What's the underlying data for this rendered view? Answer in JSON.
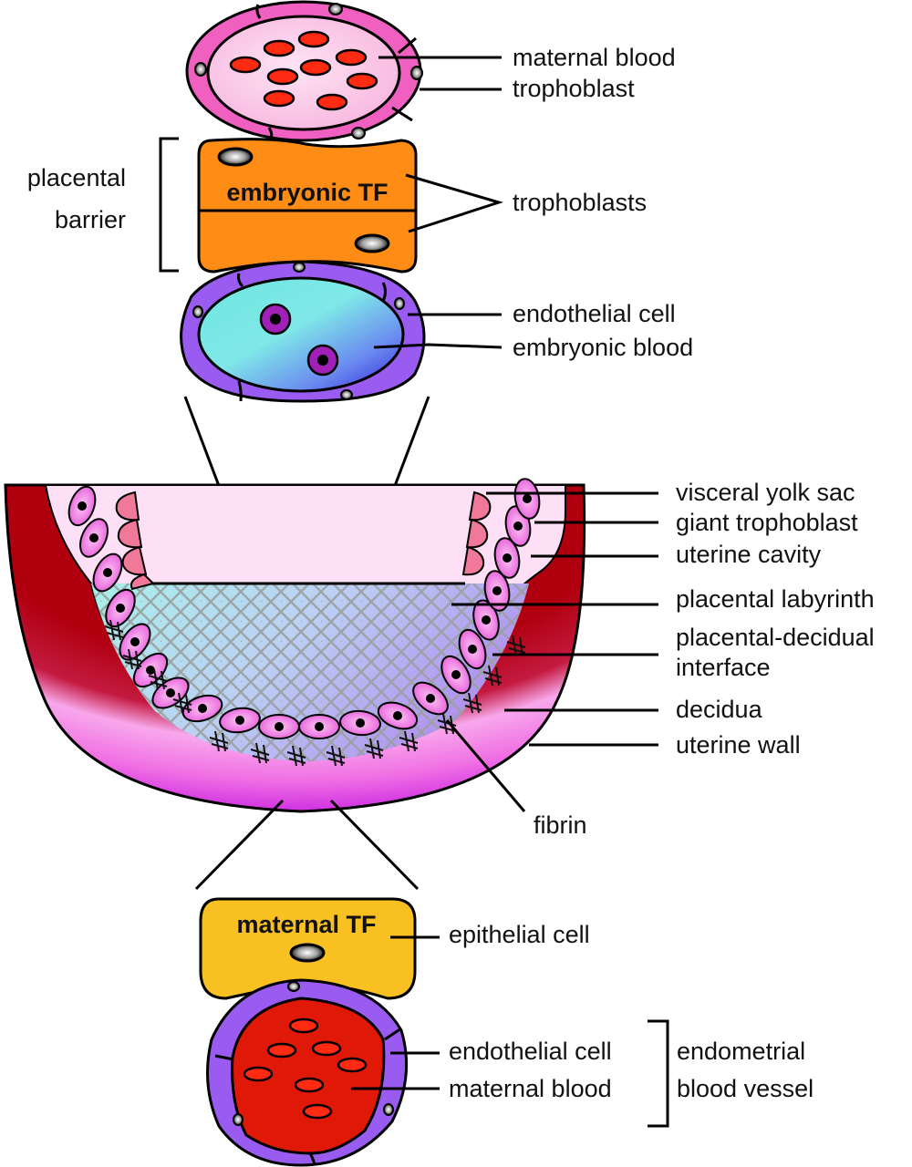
{
  "figure": {
    "title": "Placental-decidual interface schematic",
    "top_section": {
      "maternal_vessel": {
        "labels": [
          "maternal blood",
          "trophoblast"
        ]
      },
      "barrier": {
        "bracket_label_line1": "placental",
        "bracket_label_line2": "barrier",
        "layer_title": "embryonic TF",
        "labels": [
          "trophoblasts"
        ]
      },
      "embryonic_vessel": {
        "labels": [
          "endothelial cell",
          "embryonic blood"
        ]
      }
    },
    "middle_section": {
      "labels": [
        "visceral yolk sac",
        "giant trophoblast",
        "uterine cavity",
        "placental labyrinth",
        "placental-decidual",
        "interface",
        "decidua",
        "uterine wall"
      ],
      "bottom_label": "fibrin"
    },
    "bottom_section": {
      "epithelium_title": "maternal TF",
      "labels": [
        "epithelial cell",
        "endothelial cell",
        "maternal blood"
      ],
      "bracket_label_line1": "endometrial",
      "bracket_label_line2": "blood vessel"
    },
    "colors": {
      "trophoblast_pink": "#f060c0",
      "maternal_lumen": "#fcc8e8",
      "rbc_red": "#ff2a12",
      "embryonic_tf_orange": "#ff8c14",
      "endothelium_purple": "#9a5cf0",
      "embryonic_blood_teal": "#6fe6de",
      "embryonic_blood_blue": "#4030e0",
      "maternal_tf_yellow": "#f8c020",
      "maternal_blood_red": "#e01808",
      "uterine_wall_magenta": "#e040f0",
      "decidua_red": "#b00010",
      "labyrinth_teal": "#aaf0ea",
      "labyrinth_lavender": "#b8a0f4",
      "cavity_pink": "#fde0f6",
      "yolk_sac_pink": "#f07898"
    }
  }
}
